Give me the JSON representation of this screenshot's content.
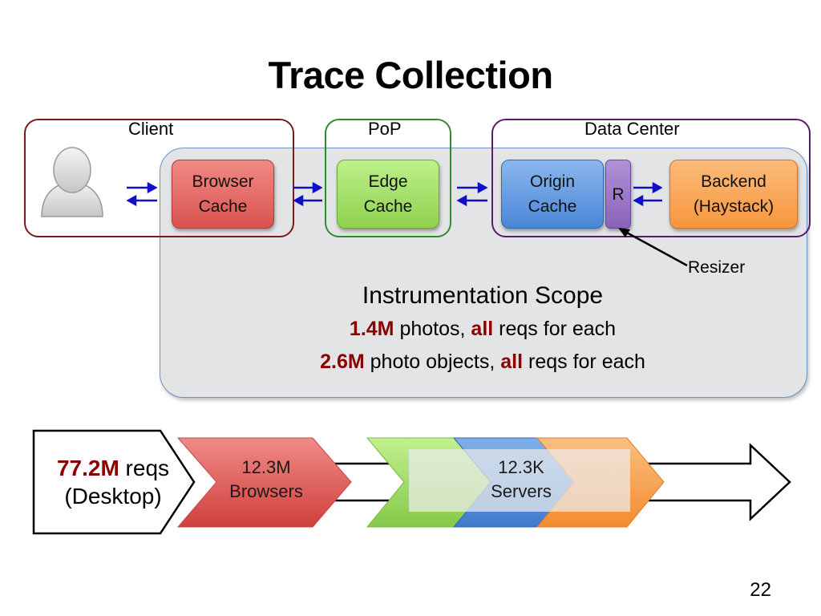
{
  "title": "Trace Collection",
  "groups": {
    "client": "Client",
    "pop": "PoP",
    "data_center": "Data Center"
  },
  "boxes": {
    "browser_cache": [
      "Browser",
      "Cache"
    ],
    "edge_cache": [
      "Edge",
      "Cache"
    ],
    "origin_cache": [
      "Origin",
      "Cache"
    ],
    "resizer_box": "R",
    "backend": [
      "Backend",
      "(Haystack)"
    ]
  },
  "resizer_label": "Resizer",
  "scope": {
    "heading": "Instrumentation Scope",
    "line1": {
      "highlight": "1.4M",
      "text1": " photos, ",
      "highlight2": "all",
      "text2": " reqs for each"
    },
    "line2": {
      "highlight": "2.6M",
      "text1": " photo objects, ",
      "highlight2": "all",
      "text2": " reqs for each"
    }
  },
  "flow": {
    "requests_count": "77.2M",
    "requests_label": " reqs",
    "requests_sub": "(Desktop)",
    "browsers": [
      "12.3M",
      "Browsers"
    ],
    "servers": [
      "12.3K",
      "Servers"
    ]
  },
  "colors": {
    "client_border": "#7a1a1a",
    "pop_border": "#2e8b2e",
    "dc_border": "#5c1a6b",
    "browser_cache": "#d9534f",
    "edge_cache": "#8fd14f",
    "origin_cache": "#4a86d6",
    "resizer": "#8a63b8",
    "backend": "#f7963e",
    "arrow": "#1010c8",
    "highlight": "#8b0000"
  },
  "page_number": "22"
}
